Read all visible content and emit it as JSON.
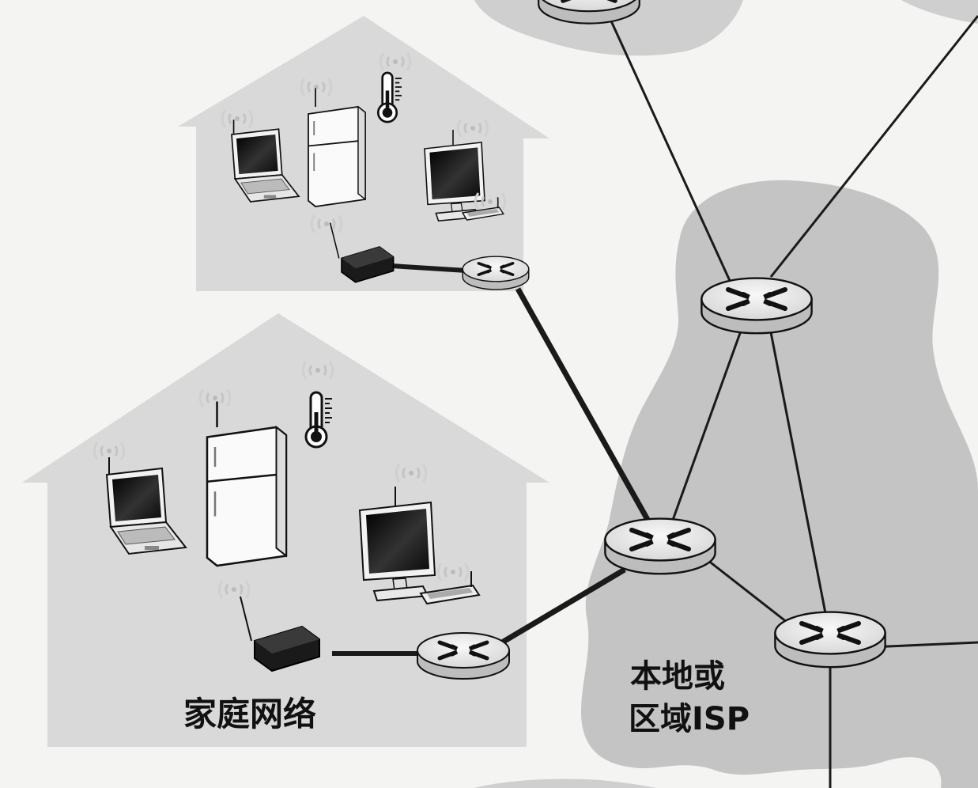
{
  "labels": {
    "home_network": "家庭网络",
    "isp_line1": "本地或",
    "isp_line2": "区域ISP"
  },
  "icons": {
    "router": "router-icon",
    "modem": "modem-icon",
    "laptop": "laptop-icon",
    "refrigerator": "refrigerator-icon",
    "thermometer": "thermometer-icon",
    "monitor": "monitor-icon",
    "keyboard": "keyboard-icon",
    "wireless": "wireless-signal-icon"
  },
  "colors": {
    "background": "#f4f4f2",
    "house_fill": "#d9d9d9",
    "isp_cloud": "#c4c4c4",
    "top_cloud": "#cfcfcf",
    "link": "#1a1a1a"
  }
}
